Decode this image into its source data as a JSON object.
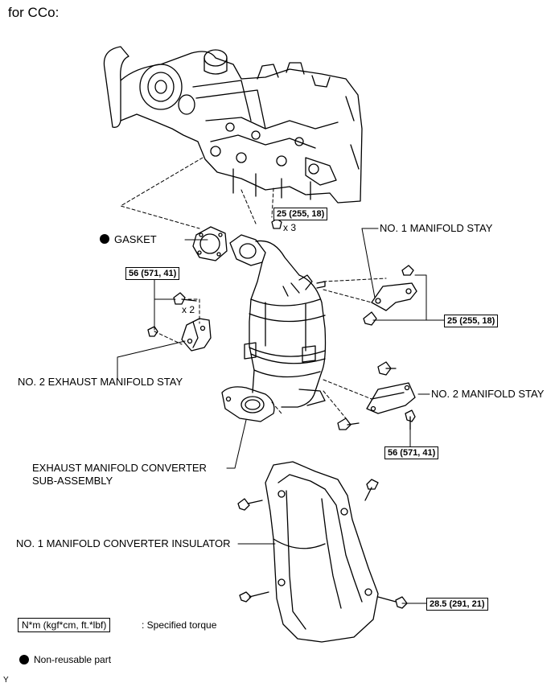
{
  "heading": "for CCo:",
  "labels": {
    "gasket": "GASKET",
    "no1_manifold_stay": "NO. 1 MANIFOLD STAY",
    "no2_exhaust_manifold_stay": "NO. 2 EXHAUST MANIFOLD STAY",
    "no2_manifold_stay": "NO. 2 MANIFOLD STAY",
    "converter_line1": "EXHAUST MANIFOLD CONVERTER",
    "converter_line2": "SUB-ASSEMBLY",
    "insulator": "NO. 1 MANIFOLD CONVERTER INSULATOR"
  },
  "torque": {
    "t1": "25 (255, 18)",
    "t2": "56 (571, 41)",
    "t3": "25 (255, 18)",
    "t4": "56 (571, 41)",
    "t5": "28.5 (291, 21)"
  },
  "quantities": {
    "q1": "x 3",
    "q2": "x 2"
  },
  "legend": {
    "torque_units": "N*m (kgf*cm, ft.*lbf)",
    "torque_text": ": Specified torque",
    "nonreusable_text": "Non-reusable part"
  },
  "footer_mark": "Y"
}
